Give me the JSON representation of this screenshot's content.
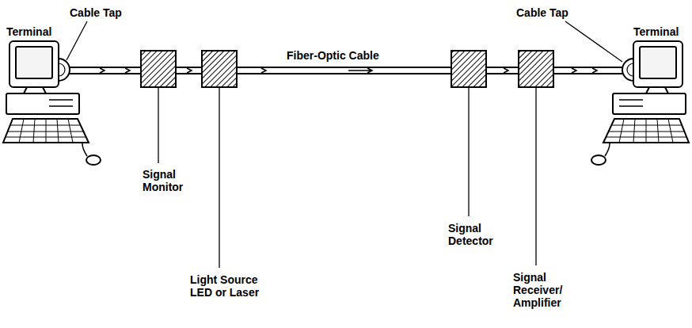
{
  "diagram": {
    "labels": [
      "Terminal",
      "Cable Tap",
      "Signal Monitor",
      "Light Source LED or Laser",
      "Fiber-Optic Cable",
      "Signal Detector",
      "Signal Receiver/ Amplifier",
      "Cable Tap",
      "Terminal"
    ]
  }
}
